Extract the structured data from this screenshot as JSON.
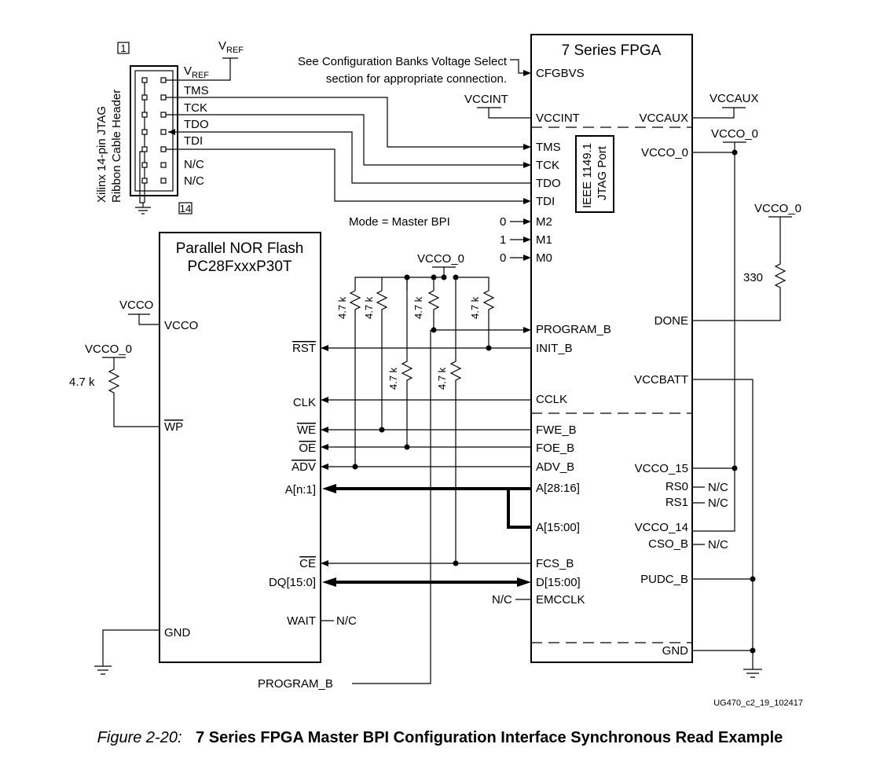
{
  "jtag": {
    "header_title_1": "Xilinx 14-pin JTAG",
    "header_title_2": "Ribbon Cable Header",
    "pin_first": "1",
    "pin_last": "14",
    "vref_top": "V",
    "vref_top_sub": "REF",
    "pins": [
      {
        "name": "V",
        "sub": "REF"
      },
      {
        "name": "TMS",
        "sub": ""
      },
      {
        "name": "TCK",
        "sub": ""
      },
      {
        "name": "TDO",
        "sub": ""
      },
      {
        "name": "TDI",
        "sub": ""
      },
      {
        "name": "N/C",
        "sub": ""
      },
      {
        "name": "N/C",
        "sub": ""
      }
    ]
  },
  "note": {
    "line1": "See Configuration Banks Voltage Select",
    "line2": "section for appropriate connection."
  },
  "mode_label": "Mode = Master BPI",
  "fpga": {
    "title": "7 Series FPGA",
    "jtag_port_1": "IEEE 1149.1",
    "jtag_port_2": "JTAG Port",
    "left_pins": [
      "CFGBVS",
      "VCCINT",
      "TMS",
      "TCK",
      "TDO",
      "TDI",
      "M2",
      "M1",
      "M0",
      "PROGRAM_B",
      "INIT_B",
      "CCLK",
      "FWE_B",
      "FOE_B",
      "ADV_B",
      "A[28:16]",
      "A[15:00]",
      "FCS_B",
      "D[15:00]",
      "EMCCLK"
    ],
    "right_pins": [
      "VCCAUX",
      "VCCO_0",
      "DONE",
      "VCCBATT",
      "VCCO_15",
      "RS0",
      "RS1",
      "VCCO_14",
      "CSO_B",
      "PUDC_B",
      "GND"
    ],
    "mode_values": [
      "0",
      "1",
      "0"
    ]
  },
  "flash": {
    "title_1": "Parallel NOR Flash",
    "title_2": "PC28FxxxP30T",
    "left_pins": [
      "VCCO",
      "WP",
      "GND"
    ],
    "right_pins": [
      "RST",
      "CLK",
      "WE",
      "OE",
      "ADV",
      "A[n:1]",
      "CE",
      "DQ[15:0]",
      "WAIT"
    ]
  },
  "rails": {
    "vccint": "VCCINT",
    "vccaux": "VCCAUX",
    "vcco0": "VCCO_0",
    "vcco": "VCCO"
  },
  "resistors": {
    "pullup": "4.7 k",
    "done": "330"
  },
  "nc": "N/C",
  "program_b_ext": "PROGRAM_B",
  "ref_id": "UG470_c2_19_102417",
  "caption": {
    "figure": "Figure 2-20:",
    "title": "7 Series FPGA Master BPI Configuration Interface Synchronous Read Example"
  }
}
